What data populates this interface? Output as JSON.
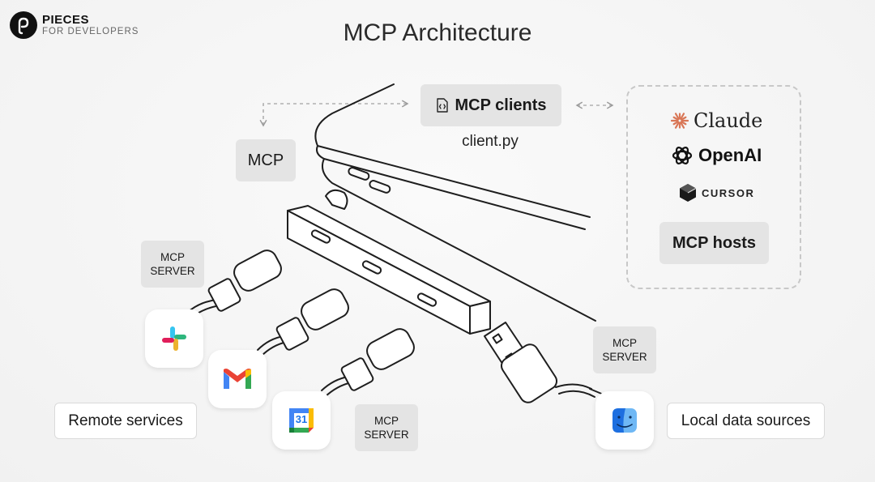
{
  "brand": {
    "name": "PIECES",
    "tagline": "FOR DEVELOPERS"
  },
  "title": "MCP Architecture",
  "mcp_label": "MCP",
  "mcp_clients": {
    "label": "MCP clients",
    "icon": "code-file-icon",
    "file": "client.py"
  },
  "hosts": {
    "label": "MCP hosts",
    "brands": [
      {
        "name": "Claude",
        "icon": "claude-sunburst-icon",
        "color": "#d97757"
      },
      {
        "name": "OpenAI",
        "icon": "openai-knot-icon"
      },
      {
        "name": "CURSOR",
        "icon": "cursor-cube-icon"
      }
    ]
  },
  "servers": [
    {
      "label": "MCP\nSERVER"
    },
    {
      "label": "MCP\nSERVER"
    },
    {
      "label": "MCP\nSERVER"
    }
  ],
  "remote_services": {
    "label": "Remote services",
    "apps": [
      "slack-icon",
      "gmail-icon",
      "google-calendar-icon"
    ]
  },
  "calendar_day": "31",
  "local_data_sources": {
    "label": "Local data sources",
    "apps": [
      "finder-icon"
    ]
  },
  "colors": {
    "chip": "#e4e4e4",
    "line": "#1e1e1e",
    "dashed": "#b5b5b5",
    "claude": "#d97757"
  }
}
